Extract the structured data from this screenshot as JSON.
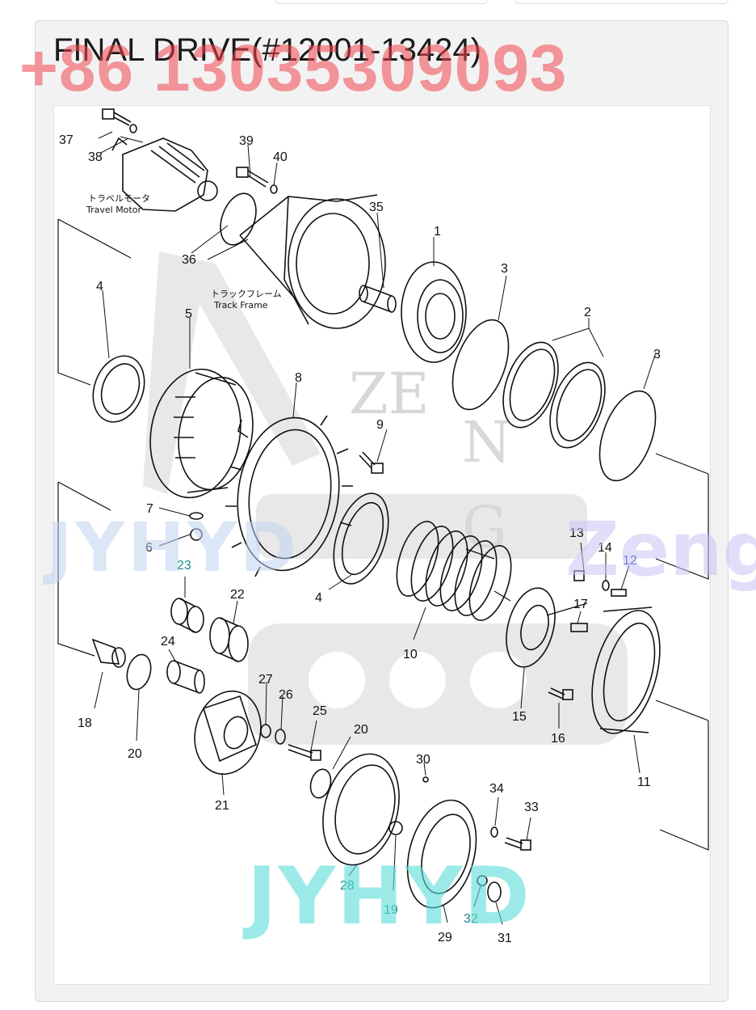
{
  "title": "FINAL DRIVE(#12001-13424)",
  "watermarks": {
    "phone": "+86 13035309093",
    "left": "JYHYD",
    "right": "Zeng",
    "bottom": "JYHYD"
  },
  "callouts": {
    "travel_motor_jp": "トラベルモータ",
    "travel_motor_en": "Travel Motor",
    "track_frame_jp": "トラックフレーム",
    "track_frame_en": "Track Frame"
  },
  "part_labels": {
    "p1": "1",
    "p2": "2",
    "p3a": "3",
    "p3b": "3",
    "p4a": "4",
    "p4b": "4",
    "p5": "5",
    "p6": "6",
    "p7": "7",
    "p8": "8",
    "p9": "9",
    "p10": "10",
    "p11": "11",
    "p12": "12",
    "p13": "13",
    "p14": "14",
    "p15": "15",
    "p16": "16",
    "p17": "17",
    "p18": "18",
    "p19": "19",
    "p20a": "20",
    "p20b": "20",
    "p21": "21",
    "p22": "22",
    "p23": "23",
    "p24": "24",
    "p25": "25",
    "p26": "26",
    "p27": "27",
    "p28": "28",
    "p29": "29",
    "p30": "30",
    "p31": "31",
    "p32": "32",
    "p33": "33",
    "p34": "34",
    "p35": "35",
    "p36": "36",
    "p37": "37",
    "p38": "38",
    "p39": "39",
    "p40": "40"
  },
  "colors": {
    "line": "#111111",
    "phone_watermark": "#f04650",
    "bottom_watermark": "#5adcd7",
    "highlight_label_teal": "#1a8a8a",
    "highlight_label_blue": "#2a2aa0"
  }
}
